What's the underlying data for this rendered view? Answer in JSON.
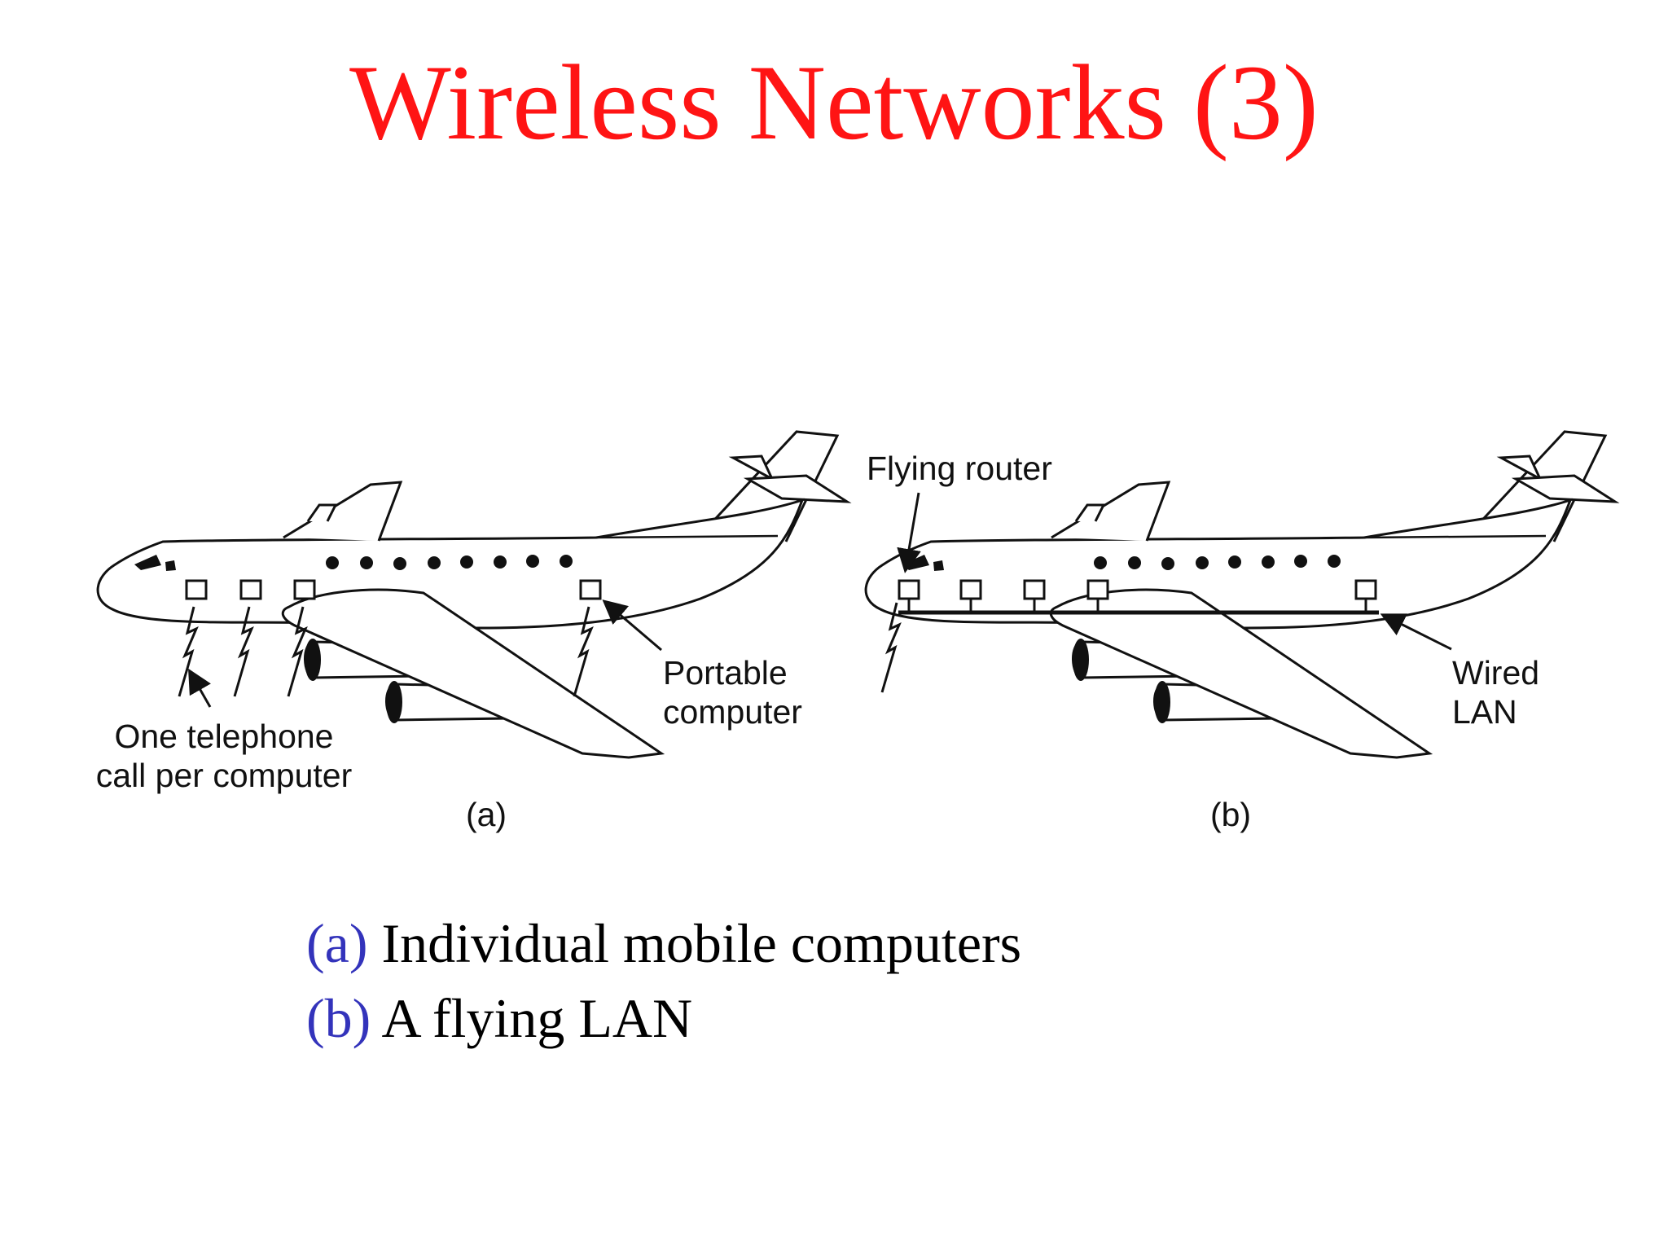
{
  "slide": {
    "title": "Wireless Networks (3)"
  },
  "diagram": {
    "panel_a": {
      "label": "(a)",
      "callout_phone": [
        "One telephone",
        "call per computer"
      ],
      "callout_computer": [
        "Portable",
        "computer"
      ]
    },
    "panel_b": {
      "label": "(b)",
      "callout_router": "Flying router",
      "callout_lan": [
        "Wired",
        "LAN"
      ]
    }
  },
  "caption": {
    "lines": [
      {
        "key": "(a)",
        "text": " Individual mobile computers"
      },
      {
        "key": "(b)",
        "text": " A flying LAN"
      }
    ]
  }
}
